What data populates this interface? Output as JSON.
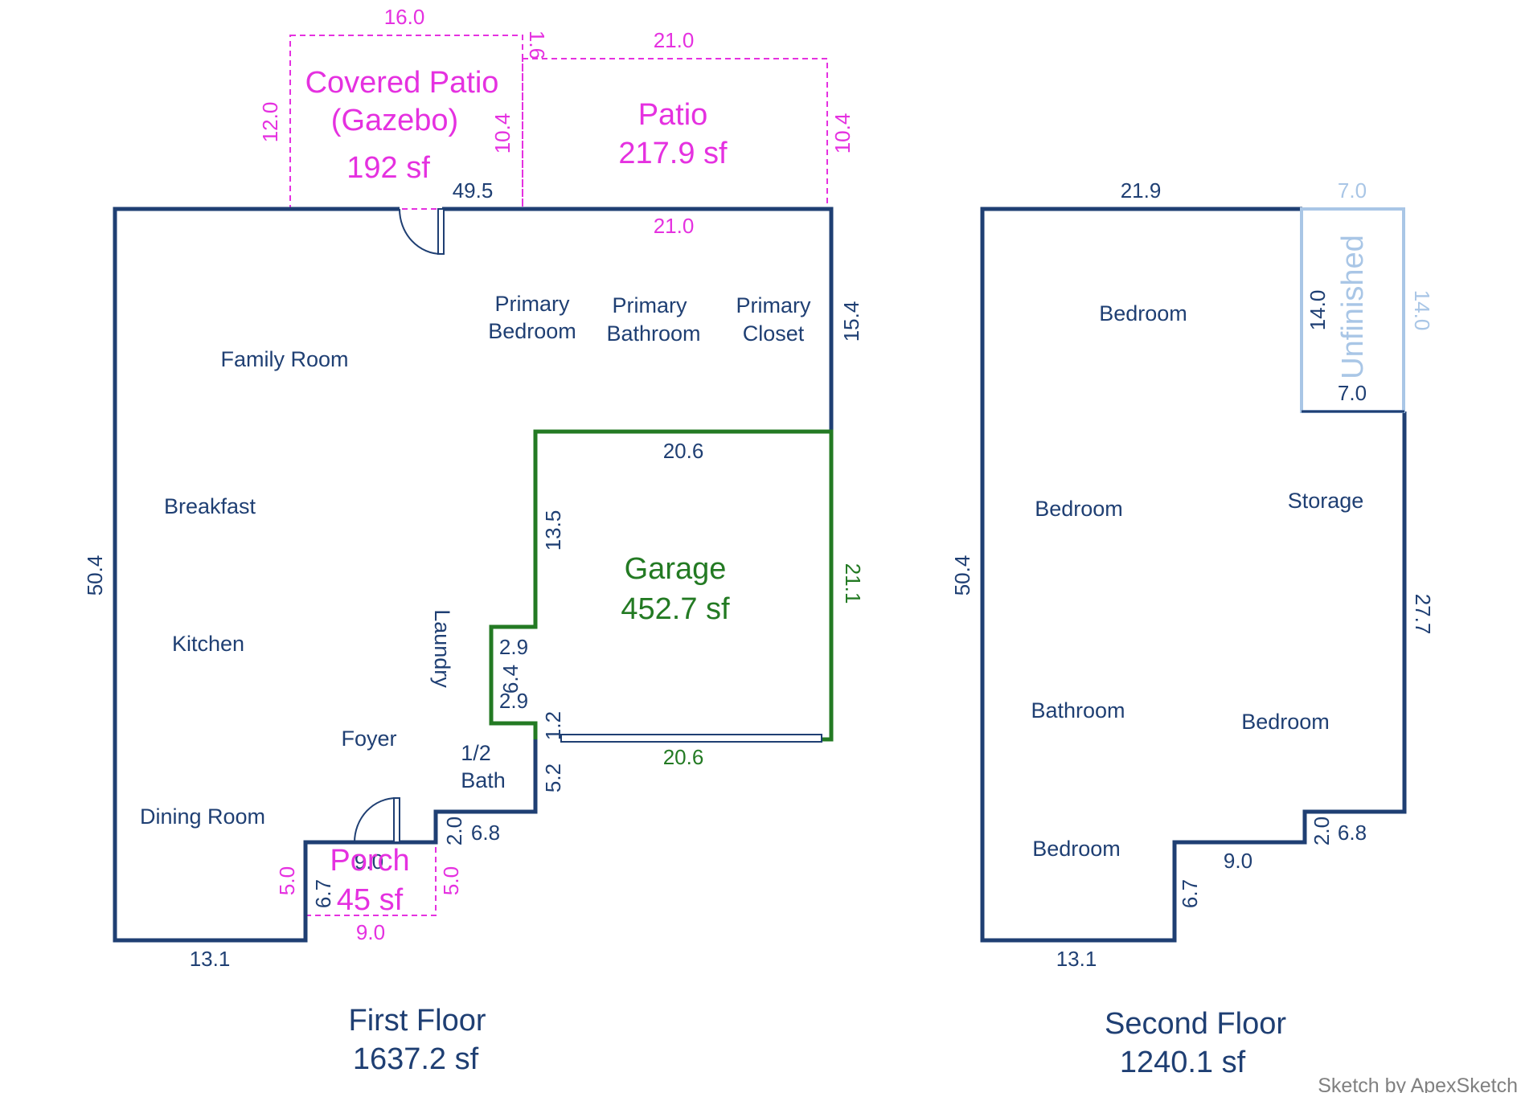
{
  "colors": {
    "navy": "#1f3f73",
    "magenta": "#e531e0",
    "green": "#237a23",
    "lightblue": "#a9c6e6",
    "gray": "#808080"
  },
  "first_floor": {
    "title": "First Floor",
    "area": "1637.2 sf",
    "rooms": {
      "family_room": "Family Room",
      "breakfast": "Breakfast",
      "kitchen": "Kitchen",
      "dining_room": "Dining Room",
      "foyer": "Foyer",
      "laundry": "Laundry",
      "half_bath_line1": "1/2",
      "half_bath_line2": "Bath",
      "primary_bedroom_line1": "Primary",
      "primary_bedroom_line2": "Bedroom",
      "primary_bathroom_line1": "Primary",
      "primary_bathroom_line2": "Bathroom",
      "primary_closet_line1": "Primary",
      "primary_closet_line2": "Closet"
    },
    "dims": {
      "left": "50.4",
      "bottom": "13.1",
      "top_inner": "49.5",
      "right_upper": "15.4",
      "step_a": "2.0",
      "step_b": "6.8",
      "bath_side": "5.2",
      "garage_gap": "1.2",
      "laundry_a": "2.9",
      "laundry_b": "6.4",
      "laundry_c": "2.9",
      "garage_left": "13.5"
    },
    "covered_patio": {
      "line1": "Covered Patio",
      "line2": "(Gazebo)",
      "area": "192 sf",
      "top": "16.0",
      "left": "12.0",
      "right": "10.4",
      "offset": "1.6"
    },
    "patio": {
      "label": "Patio",
      "area": "217.9 sf",
      "top": "21.0",
      "bottom": "21.0",
      "right": "10.4"
    },
    "garage": {
      "label": "Garage",
      "area": "452.7 sf",
      "top": "20.6",
      "bottom": "20.6",
      "right": "21.1"
    },
    "porch": {
      "label": "Porch",
      "area": "45 sf",
      "top": "9.0",
      "bottom": "9.0",
      "left": "5.0",
      "right": "5.0",
      "inner": "6.7"
    }
  },
  "second_floor": {
    "title": "Second Floor",
    "area": "1240.1 sf",
    "rooms": {
      "bedroom_top": "Bedroom",
      "bedroom_mid": "Bedroom",
      "storage": "Storage",
      "bathroom": "Bathroom",
      "bedroom_right": "Bedroom",
      "bedroom_bottom": "Bedroom"
    },
    "dims": {
      "top": "21.9",
      "left": "50.4",
      "bottom": "13.1",
      "right": "27.7",
      "step_a": "2.0",
      "step_b": "6.8",
      "step_c": "9.0",
      "step_d": "6.7"
    },
    "unfinished": {
      "label": "Unfinished",
      "top": "7.0",
      "bottom": "7.0",
      "left": "14.0",
      "right": "14.0"
    }
  },
  "credit": "Sketch by ApexSketch"
}
